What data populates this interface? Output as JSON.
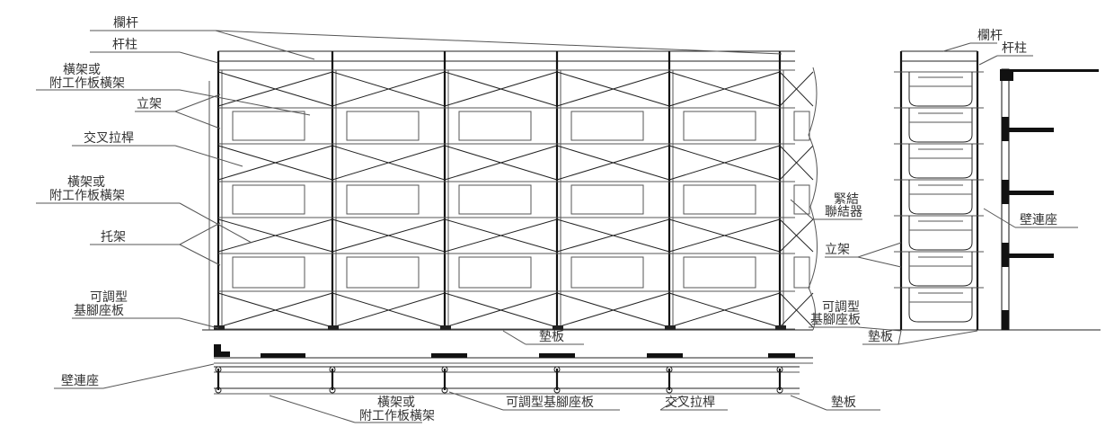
{
  "labels": {
    "railing": "欄杆",
    "post": "杆柱",
    "ledger1_a": "橫架或",
    "ledger1_b": "附工作板橫架",
    "frame": "立架",
    "cross_brace": "交叉拉桿",
    "ledger2_a": "橫架或",
    "ledger2_b": "附工作板橫架",
    "bracket": "托架",
    "base_a": "可調型",
    "base_b": "基腳座板",
    "sole_plate": "墊板",
    "side_railing": "欄杆",
    "side_post": "杆柱",
    "coupler_a": "緊結",
    "coupler_b": "聯結器",
    "wall_tie": "壁連座",
    "side_frame": "立架",
    "side_base_a": "可調型",
    "side_base_b": "基腳座板",
    "side_sole_plate": "墊板",
    "plan_wall_tie": "壁連座",
    "plan_ledger_a": "橫架或",
    "plan_ledger_b": "附工作板橫架",
    "plan_base": "可調型基腳座板",
    "plan_cross_brace": "交叉拉桿",
    "plan_sole_plate": "墊板"
  }
}
